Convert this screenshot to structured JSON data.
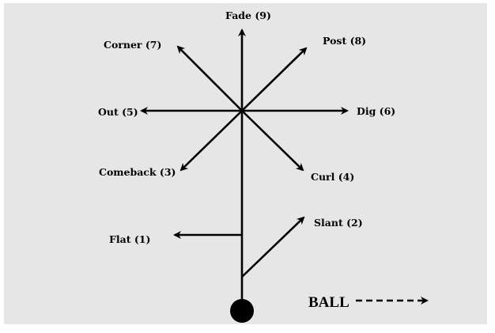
{
  "diagram": {
    "routes": [
      {
        "id": "flat",
        "label": "Flat (1)"
      },
      {
        "id": "slant",
        "label": "Slant (2)"
      },
      {
        "id": "comeback",
        "label": "Comeback (3)"
      },
      {
        "id": "curl",
        "label": "Curl (4)"
      },
      {
        "id": "out",
        "label": "Out (5)"
      },
      {
        "id": "dig",
        "label": "Dig (6)"
      },
      {
        "id": "corner",
        "label": "Corner (7)"
      },
      {
        "id": "post",
        "label": "Post (8)"
      },
      {
        "id": "fade",
        "label": "Fade (9)"
      }
    ],
    "ball_label": "BALL"
  }
}
